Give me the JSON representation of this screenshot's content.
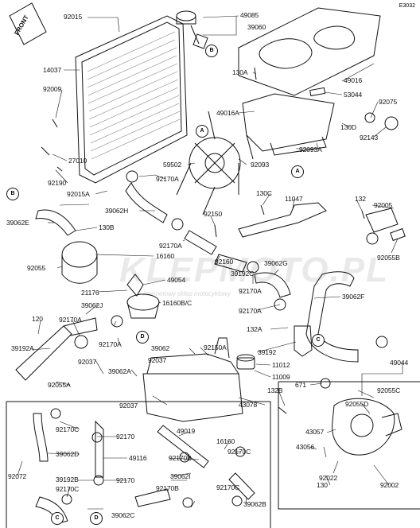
{
  "diagram_ref": "E3032",
  "front_marker": "FRONT",
  "watermark": "KLEPMOTO.PL",
  "watermark_tagline": "internetowy sklep motocyklowy",
  "callouts": [
    "A",
    "B",
    "C",
    "D"
  ],
  "labels": [
    "92015",
    "49085",
    "39060",
    "14037",
    "92009",
    "27010",
    "92190",
    "49016",
    "130A",
    "53044",
    "92075",
    "49016A",
    "130D",
    "92143",
    "92093A",
    "59502",
    "92170A",
    "92093",
    "39062H",
    "92015A",
    "39062E",
    "130B",
    "11047",
    "130C",
    "132",
    "92005",
    "92055B",
    "92150",
    "16160",
    "49054",
    "92055",
    "92170A",
    "92160",
    "39192C",
    "39062G",
    "92170A",
    "21176",
    "16160B/C",
    "39062J",
    "39062F",
    "120",
    "92170A",
    "92170A",
    "92170A",
    "132A",
    "39192A",
    "39062",
    "92150A",
    "39192",
    "92037",
    "39062A",
    "92037",
    "11012",
    "11009",
    "92055A",
    "671",
    "49044",
    "92037",
    "43078",
    "132B",
    "92055C",
    "92055D",
    "49019",
    "16160",
    "43057",
    "92170C",
    "92170",
    "39062D",
    "49116",
    "92170B",
    "92170C",
    "39062I",
    "43056",
    "92022",
    "92072",
    "39192B",
    "92170C",
    "92170",
    "92170B",
    "92170C",
    "39062B",
    "130",
    "92002",
    "39062C"
  ]
}
